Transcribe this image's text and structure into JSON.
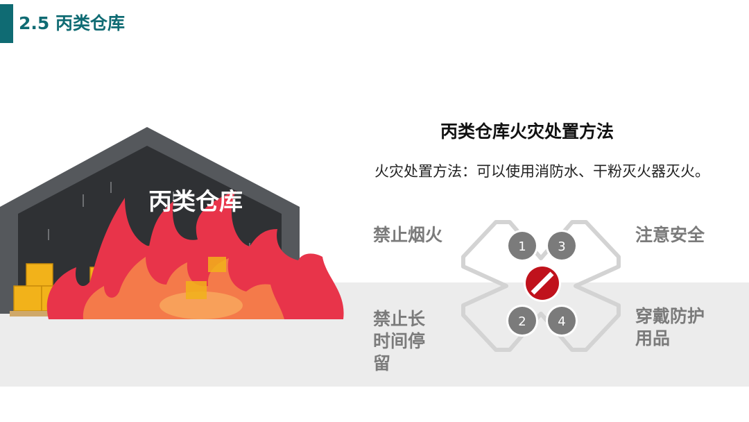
{
  "header": {
    "title": "2.5 丙类仓库"
  },
  "illustration": {
    "building_label": "丙类仓库",
    "building_icon": "warehouse-fire-icon"
  },
  "content": {
    "heading": "丙类仓库火灾处置方法",
    "method": "火灾处置方法：可以使用消防水、干粉灭火器灭火。"
  },
  "rules": [
    {
      "number": "1",
      "label": "禁止烟火"
    },
    {
      "number": "2",
      "label": "禁止长时间停留"
    },
    {
      "number": "3",
      "label": "注意安全"
    },
    {
      "number": "4",
      "label": "穿戴防护用品"
    }
  ],
  "colors": {
    "accent": "#0f6b73",
    "fire_red": "#e8344a",
    "fire_orange": "#f47a4a",
    "building_grey": "#55585c",
    "badge_grey": "#7b7b7b",
    "prohibition_red": "#c0121c"
  },
  "center_icon": "prohibition-icon"
}
